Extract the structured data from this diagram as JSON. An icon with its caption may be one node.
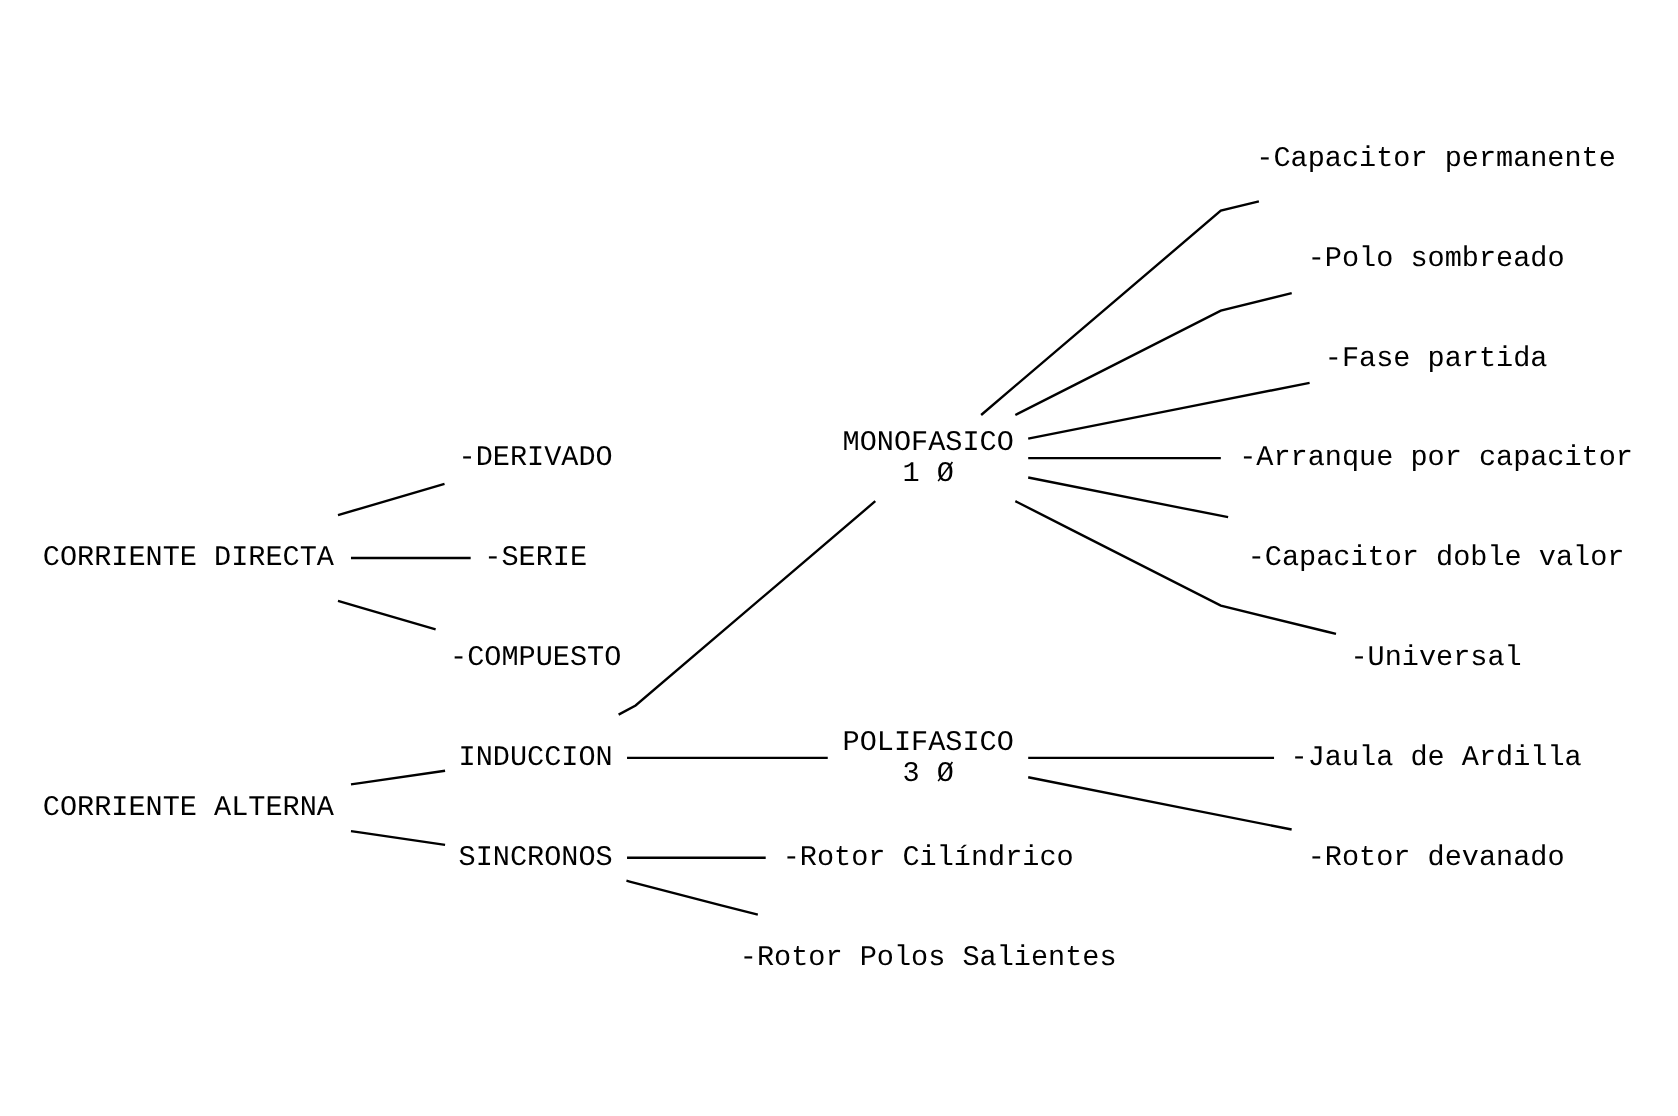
{
  "diagram": {
    "nodes": [
      {
        "text": [
          "CORRIENTE ALTERNA"
        ]
      },
      {
        "text": [
          "INDUCCION"
        ]
      },
      {
        "text": [
          "MONOFASICO",
          "1 Ø"
        ]
      },
      {
        "text": [
          "-Capacitor permanente"
        ]
      },
      {
        "text": [
          "-Polo sombreado"
        ]
      },
      {
        "text": [
          "-Fase partida"
        ]
      },
      {
        "text": [
          "-Arranque por capacitor"
        ]
      },
      {
        "text": [
          "-Capacitor doble valor"
        ]
      },
      {
        "text": [
          "-Universal"
        ]
      },
      {
        "text": [
          "POLIFASICO",
          "3 Ø"
        ]
      },
      {
        "text": [
          "-Jaula de Ardilla"
        ]
      },
      {
        "text": [
          "-Rotor devanado"
        ]
      },
      {
        "text": [
          "SINCRONOS"
        ]
      },
      {
        "text": [
          "-Rotor Cilíndrico"
        ]
      },
      {
        "text": [
          "-Rotor Polos Salientes"
        ]
      },
      {
        "text": [
          "CORRIENTE DIRECTA"
        ]
      },
      {
        "text": [
          "-DERIVADO"
        ]
      },
      {
        "text": [
          "-SERIE"
        ]
      },
      {
        "text": [
          "-COMPUESTO"
        ]
      }
    ],
    "edges": [
      {
        "from": 0,
        "to": 1,
        "arrow": "none"
      },
      {
        "from": 0,
        "to": 12,
        "arrow": "none"
      },
      {
        "from": 1,
        "to": 2,
        "arrow": "none"
      },
      {
        "from": 1,
        "to": 9,
        "arrow": "none"
      },
      {
        "from": 2,
        "to": 3,
        "arrow": "none"
      },
      {
        "from": 2,
        "to": 4,
        "arrow": "none"
      },
      {
        "from": 2,
        "to": 5,
        "arrow": "none"
      },
      {
        "from": 2,
        "to": 6,
        "arrow": "none"
      },
      {
        "from": 2,
        "to": 7,
        "arrow": "none"
      },
      {
        "from": 2,
        "to": 8,
        "arrow": "none"
      },
      {
        "from": 9,
        "to": 10,
        "arrow": "none"
      },
      {
        "from": 9,
        "to": 11,
        "arrow": "none"
      },
      {
        "from": 12,
        "to": 13,
        "arrow": "none"
      },
      {
        "from": 12,
        "to": 14,
        "arrow": "none"
      },
      {
        "from": 15,
        "to": 16,
        "arrow": "none"
      },
      {
        "from": 15,
        "to": 17,
        "arrow": "none"
      },
      {
        "from": 15,
        "to": 18,
        "arrow": "none"
      }
    ]
  }
}
